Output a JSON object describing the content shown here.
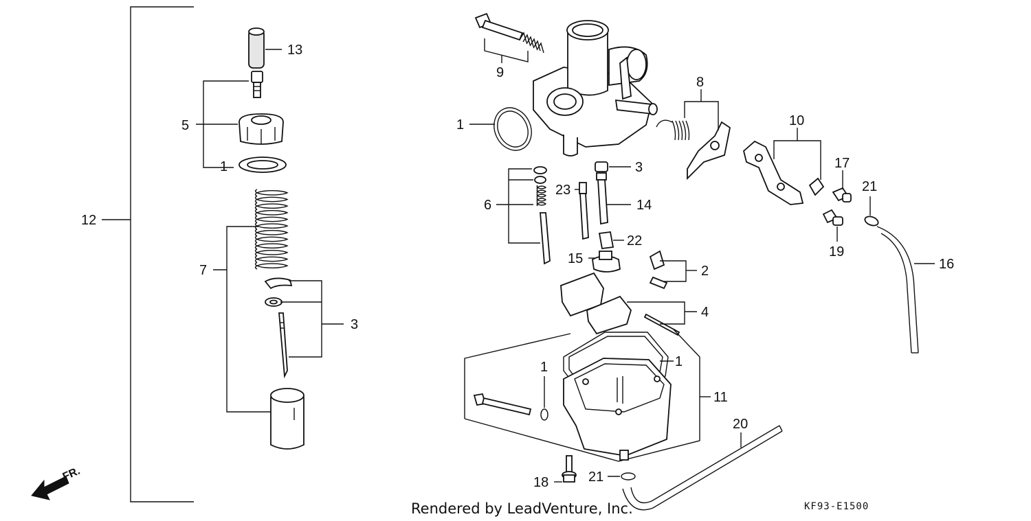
{
  "callouts": {
    "c1_cap_washer": "1",
    "c1_body_oring": "1",
    "c1_bowl_gasket": "1",
    "c1_drain_oring": "1",
    "c2": "2",
    "c3_needle": "3",
    "c3_valve": "3",
    "c4": "4",
    "c5": "5",
    "c6": "6",
    "c7": "7",
    "c8": "8",
    "c9": "9",
    "c10": "10",
    "c11": "11",
    "c12": "12",
    "c13": "13",
    "c14": "14",
    "c15": "15",
    "c16": "16",
    "c17": "17",
    "c18": "18",
    "c19": "19",
    "c20": "20",
    "c21_top": "21",
    "c21_bottom": "21",
    "c22": "22",
    "c23": "23"
  },
  "direction_label": "FR.",
  "credit": "Rendered by LeadVenture, Inc.",
  "diagram_code": "KF93-E1500"
}
